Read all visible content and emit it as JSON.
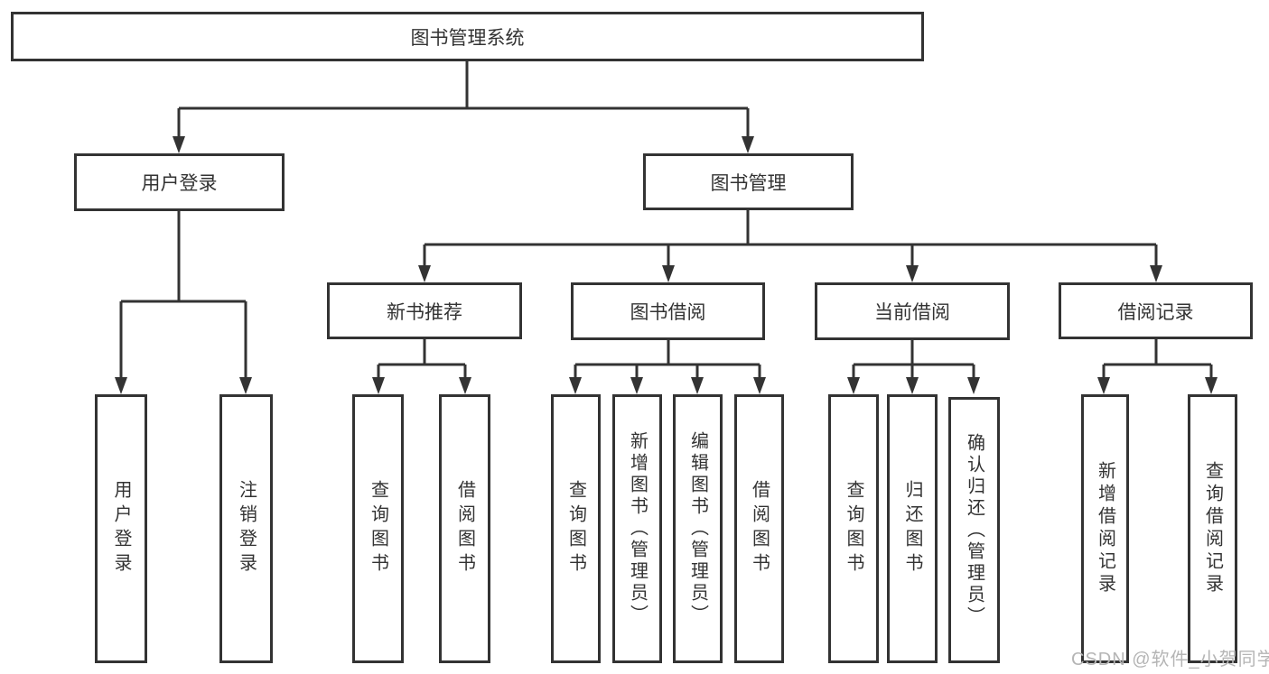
{
  "tree": {
    "root": {
      "label": "图书管理系统"
    },
    "branches": [
      {
        "label": "用户登录",
        "children": [
          {
            "label": "用户登录"
          },
          {
            "label": "注销登录"
          }
        ]
      },
      {
        "label": "图书管理",
        "children": [
          {
            "label": "新书推荐",
            "children": [
              {
                "label": "查询图书"
              },
              {
                "label": "借阅图书"
              }
            ]
          },
          {
            "label": "图书借阅",
            "children": [
              {
                "label": "查询图书"
              },
              {
                "label": "新增图书（管理员）"
              },
              {
                "label": "编辑图书（管理员）"
              },
              {
                "label": "借阅图书"
              }
            ]
          },
          {
            "label": "当前借阅",
            "children": [
              {
                "label": "查询图书"
              },
              {
                "label": "归还图书"
              },
              {
                "label": "确认归还（管理员）"
              }
            ]
          },
          {
            "label": "借阅记录",
            "children": [
              {
                "label": "新增借阅记录"
              },
              {
                "label": "查询借阅记录"
              }
            ]
          }
        ]
      }
    ]
  },
  "watermark": {
    "text": "CSDN @软件_小贺同学"
  },
  "colors": {
    "line": "#333333",
    "text": "#333333",
    "watermark_text": "#b5b5b5",
    "background": "#ffffff"
  }
}
